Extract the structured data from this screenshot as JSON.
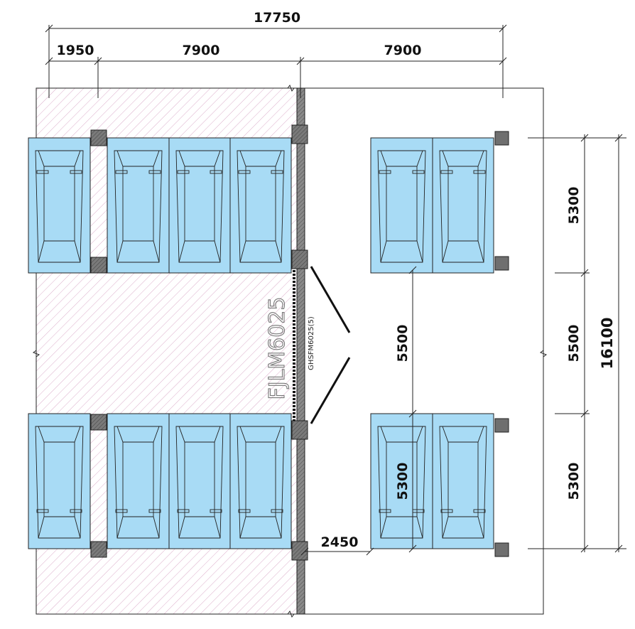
{
  "drawing": {
    "top_dimensions": {
      "overall": "17750",
      "segment_left": "1950",
      "segment_middle": "7900",
      "segment_right": "7900"
    },
    "right_dimensions": {
      "overall": "16100",
      "upper_bay": "5300",
      "middle_aisle": "5500",
      "lower_bay": "5300"
    },
    "inner_dimensions": {
      "aisle_vertical": "5500",
      "lower_car_length": "5300",
      "setback": "2450"
    },
    "labels": {
      "shutter_large": "FJLM6025",
      "shutter_small": "GHSFM6025(5)"
    },
    "colors": {
      "car_fill": "#a8dbf5",
      "column_fill": "#6f6f6f",
      "hatch_stroke": "#d9a6c2",
      "line": "#222222"
    }
  }
}
